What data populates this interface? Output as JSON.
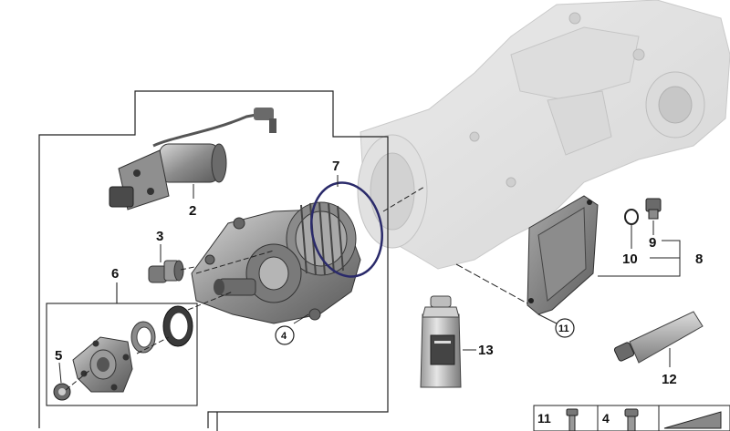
{
  "diagram": {
    "callouts": {
      "c2": "2",
      "c3": "3",
      "c4": "4",
      "c5": "5",
      "c6": "6",
      "c7": "7",
      "c8": "8",
      "c9": "9",
      "c10": "10",
      "c11": "11",
      "c12": "12",
      "c13": "13"
    },
    "legend": {
      "cell1": "11",
      "cell2": "4"
    }
  }
}
